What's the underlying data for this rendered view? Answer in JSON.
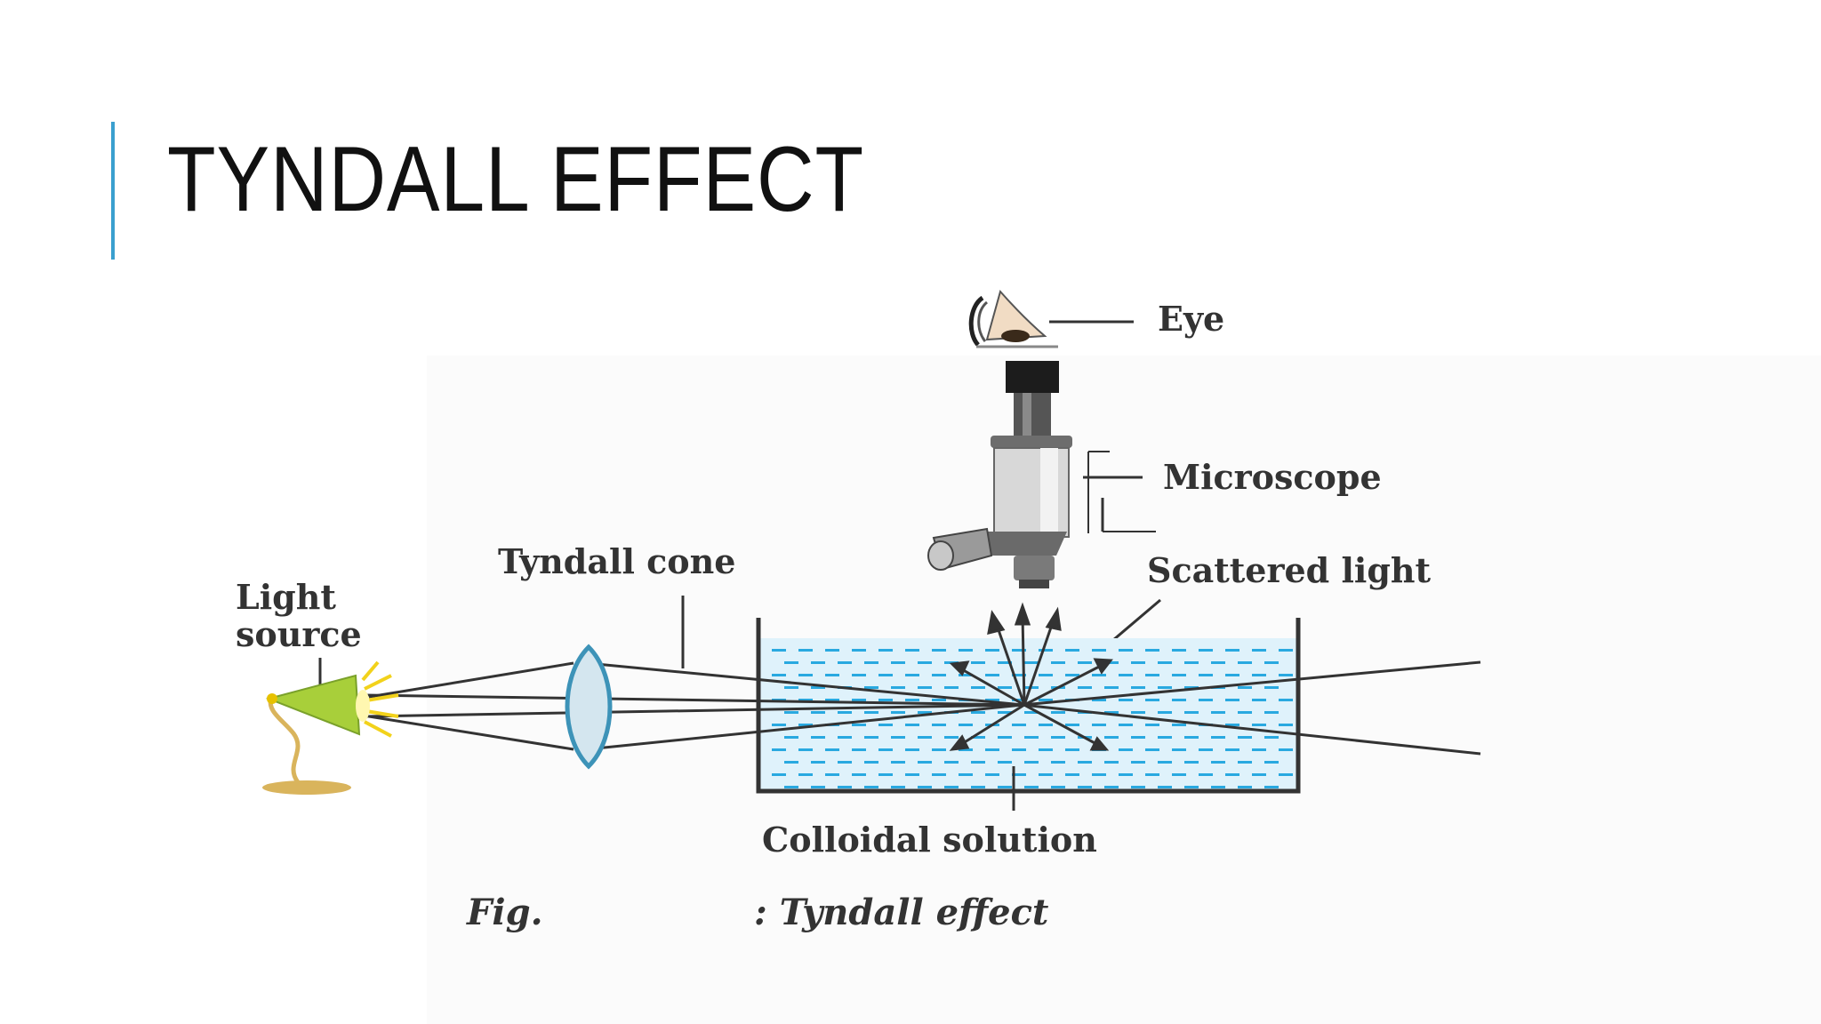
{
  "slide": {
    "title": "TYNDALL EFFECT",
    "accent_color": "#3a9fcf"
  },
  "diagram": {
    "labels": {
      "eye": "Eye",
      "microscope": "Microscope",
      "scattered_light": "Scattered light",
      "tyndall_cone": "Tyndall cone",
      "light_source_line1": "Light",
      "light_source_line2": "source",
      "colloidal_solution": "Colloidal solution"
    },
    "caption": {
      "prefix": "Fig.",
      "text": ": Tyndall effect"
    },
    "colors": {
      "solution_fill": "#dff2fb",
      "solution_dash": "#29a9e0",
      "lens_stroke": "#3d93b8",
      "lamp_green": "#a8cf3a",
      "lamp_base": "#d9b45c",
      "light_ray": "#f2d21b"
    }
  }
}
